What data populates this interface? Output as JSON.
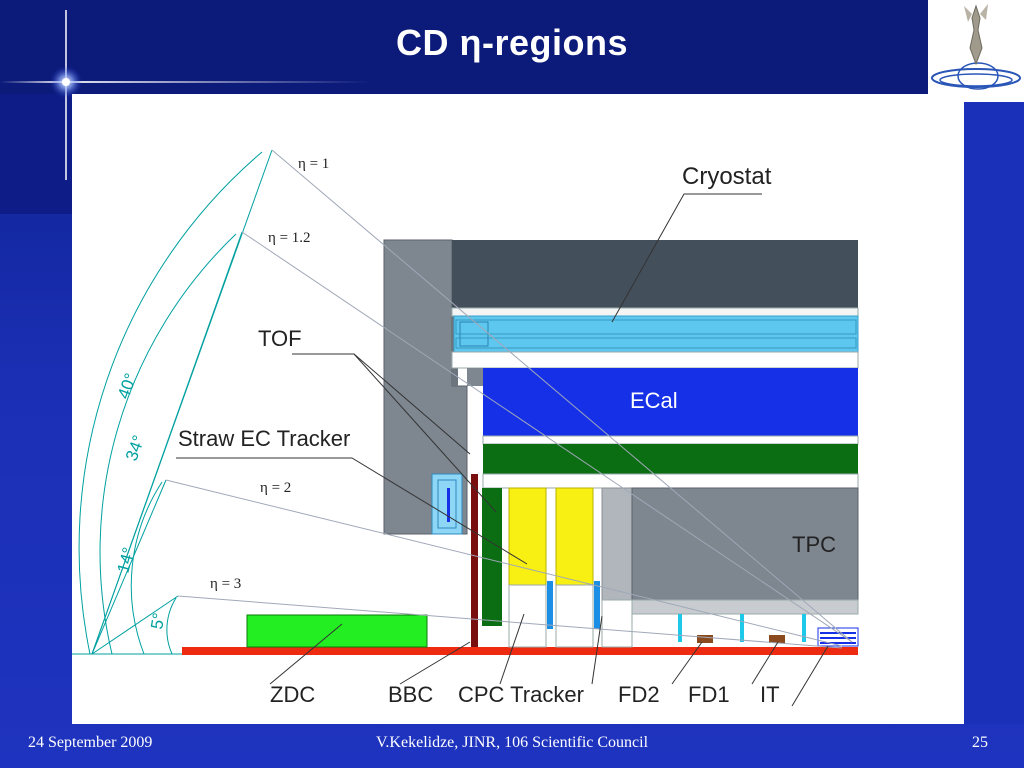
{
  "slide": {
    "title": "CD η-regions",
    "footer_date": "24 September 2009",
    "footer_author": "V.Kekelidze, JINR, 106 Scientific Council",
    "page_number": "25"
  },
  "diagram": {
    "eta_labels": [
      "η = 1",
      "η = 1.2",
      "η = 2",
      "η = 3"
    ],
    "angle_labels": [
      "40°",
      "34°",
      "14°",
      "5°"
    ],
    "component_labels": {
      "cryostat": "Cryostat",
      "tof": "TOF",
      "straw": "Straw EC Tracker",
      "ecal": "ECal",
      "tpc": "TPC",
      "zdc": "ZDC",
      "bbc": "BBC",
      "cpc": "CPC Tracker",
      "fd2": "FD2",
      "fd1": "FD1",
      "it": "IT"
    },
    "colors": {
      "cryostat": "#444f5c",
      "ecal": "#1630e8",
      "tof_green": "#0b6e12",
      "zdc": "#22ee22",
      "yellow": "#f7f012",
      "beam": "#ee2a10",
      "leader": "#00a0a0"
    }
  }
}
